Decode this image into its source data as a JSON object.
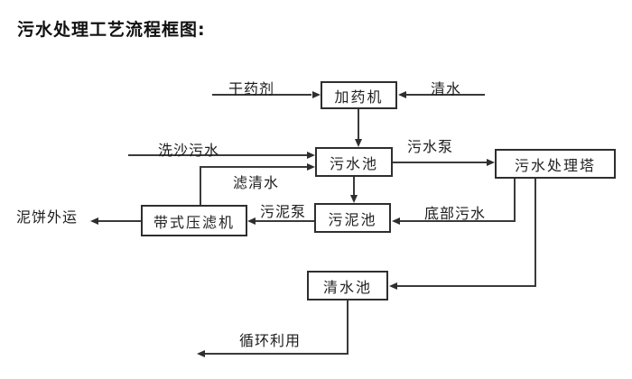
{
  "title": "污水处理工艺流程框图:",
  "diagram": {
    "nodes": {
      "dosing_machine": "加药机",
      "sewage_pool": "污水池",
      "treatment_tower": "污水处理塔",
      "belt_filter_press": "带式压滤机",
      "sludge_pool": "污泥池",
      "clean_water_pool": "清水池"
    },
    "edge_labels": {
      "dry_agent": "干药剂",
      "clean_water": "清水",
      "sand_wash_sewage": "洗沙污水",
      "filtered_water": "滤清水",
      "sewage_pump": "污水泵",
      "bottom_sewage": "底部污水",
      "sludge_pump": "污泥泵",
      "mud_cake_out": "泥饼外运",
      "recycle_use": "循环利用"
    },
    "colors": {
      "background": "#ffffff",
      "line": "#3a3a3a",
      "box_border": "#2e2e2e",
      "text": "#1c1c1c"
    }
  }
}
